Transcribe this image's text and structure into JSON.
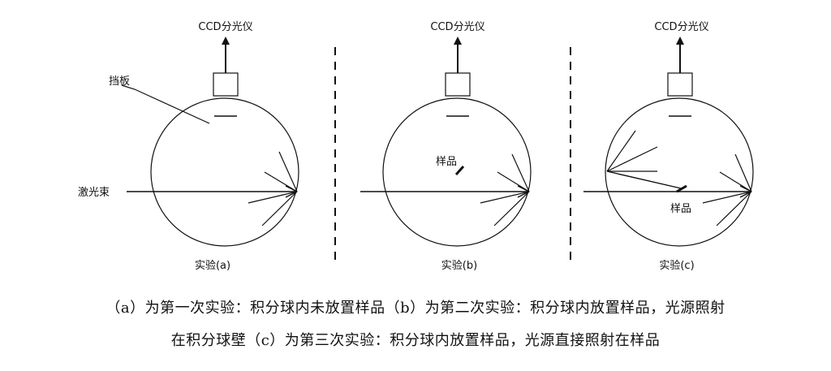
{
  "panels": [
    {
      "title": "实验(a)",
      "detector_label": "CCD分光仪",
      "baffle_label": "挡板",
      "beam_label": "激光束"
    },
    {
      "title": "实验(b)",
      "detector_label": "CCD分光仪",
      "sample_label": "样品"
    },
    {
      "title": "实验(c)",
      "detector_label": "CCD分光仪",
      "sample_label": "样品"
    }
  ],
  "caption": {
    "line1": "（a）为第一次实验：积分球内未放置样品（b）为第二次实验：积分球内放置样品，光源照射",
    "line2": "在积分球壁（c）为第三次实验：积分球内放置样品，光源直接照射在样品"
  }
}
